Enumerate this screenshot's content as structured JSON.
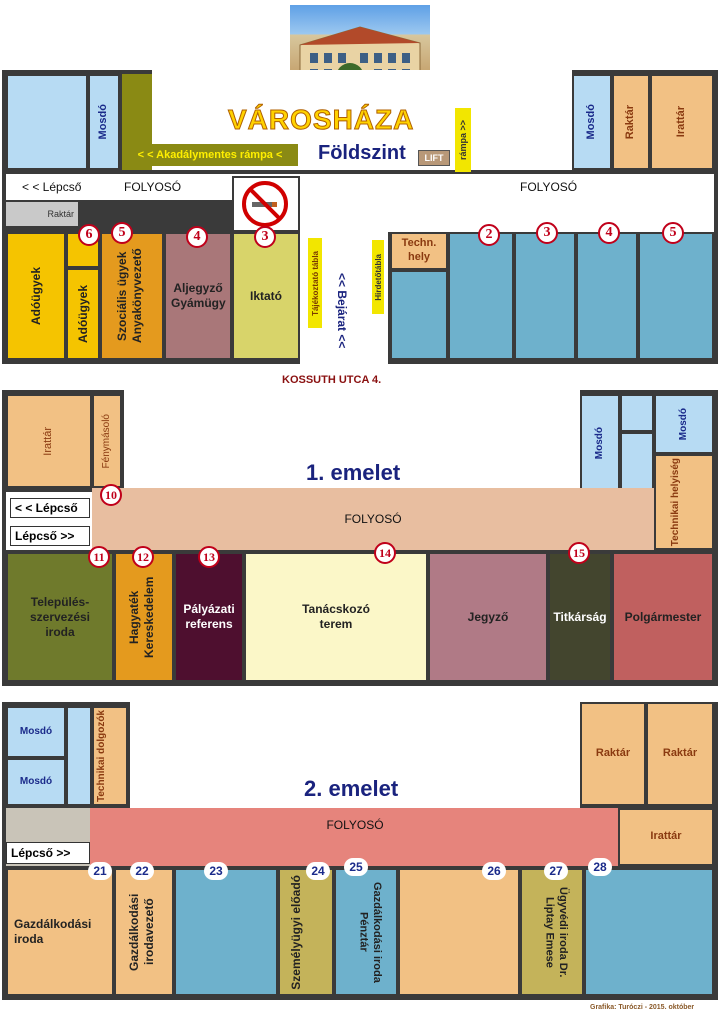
{
  "header": {
    "title": "VÁROSHÁZA",
    "address": "KOSSUTH UTCA 4.",
    "credit": "Grafika: Turóczi - 2015. október"
  },
  "ground": {
    "floor_label": "Földszint",
    "ramp_label": "< < Akadálymentes rámpa <",
    "ramp_vertical": "rámpa >>",
    "lift": "LIFT",
    "hall_left": "< < Lépcső",
    "hall_center": "FOLYOSÓ",
    "hall_right": "FOLYOSÓ",
    "storage_small": "Raktár",
    "entrance": "<< Bejárat <<",
    "info_board": "Tájékoztató tábla",
    "notice_board": "Hirdetőtábla",
    "rooms": {
      "mosdo_left": "Mosdó",
      "mosdo_right": "Mosdó",
      "raktar": "Raktár",
      "irattar": "Irattár",
      "adougyek_big": "Adóügyek",
      "adougyek_small": "Adóügyek",
      "szocialis": "Szociális ügyek Anyakönyvezető",
      "aljegyzo": "Aljegyző Gyámügy",
      "iktato": "Iktató",
      "techn": "Techn. hely"
    },
    "numbers": [
      "6",
      "5",
      "4",
      "3",
      "2",
      "3",
      "4",
      "5"
    ]
  },
  "first": {
    "floor_label": "1. emelet",
    "hall": "FOLYOSÓ",
    "stair_top": "< < Lépcső",
    "stair_bottom": "Lépcső >>",
    "rooms": {
      "irattar": "Irattár",
      "fenymasolo": "Fénymásoló",
      "mosdo_a": "Mosdó",
      "mosdo_b": "Mosdó",
      "technikai": "Technikai helyiség",
      "telepules": "Település-szervezési iroda",
      "hagyatek": "Hagyaték Kereskedelem",
      "palyazati": "Pályázati referens",
      "tanacskozo": "Tanácskozó terem",
      "jegyzo": "Jegyző",
      "titkarsag": "Titkárság",
      "polgarmester": "Polgármester"
    },
    "numbers": [
      "10",
      "11",
      "12",
      "13",
      "14",
      "15"
    ]
  },
  "second": {
    "floor_label": "2. emelet",
    "hall": "FOLYOSÓ",
    "stair": "Lépcső >>",
    "rooms": {
      "mosdo_a": "Mosdó",
      "mosdo_b": "Mosdó",
      "technikai": "Technikai dolgozók",
      "raktar_a": "Raktár",
      "raktar_b": "Raktár",
      "irattar": "Irattár",
      "gazd_iroda": "Gazdálkodási iroda",
      "gazd_vezeto": "Gazdálkodási irodavezető",
      "szemelyugyi": "Személyügyi előadó",
      "penztar": "Gazdálkodási iroda Pénztár",
      "ugyvedi": "Ügyvédi iroda Dr. Liptay Emese"
    },
    "numbers": [
      "21",
      "22",
      "23",
      "24",
      "25",
      "26",
      "27",
      "28"
    ]
  },
  "colors": {
    "wall": "#3a3a3a",
    "light_blue": "#b7dbf3",
    "steel_blue": "#6eb1cc",
    "tan": "#f2c184",
    "yellow": "#f5c400",
    "olive": "#7b7a22",
    "olive_ramp": "#8a8a14",
    "mauve": "#a97779",
    "khaki": "#d8d46a",
    "peach": "#e8bea0",
    "olive_green": "#6f7a2c",
    "orange": "#e49a1e",
    "maroon": "#4e0f2f",
    "cream": "#fbf7c8",
    "rose": "#b07a86",
    "dark_olive": "#43452e",
    "red_rose": "#c0605f",
    "salmon": "#e6847c",
    "gold_olive": "#c4b35a"
  }
}
